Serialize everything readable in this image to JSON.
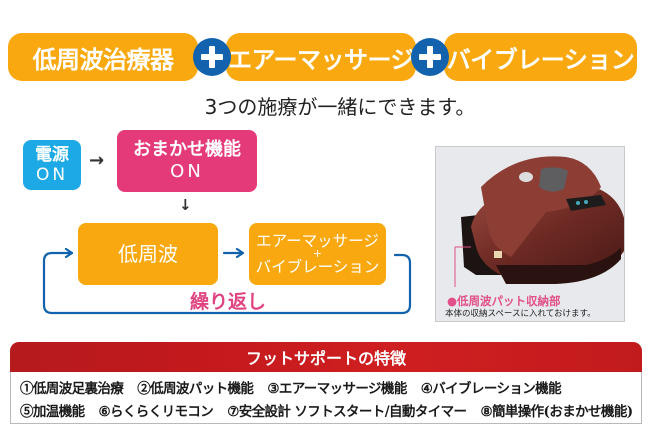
{
  "banner": {
    "items": [
      "低周波治療器",
      "エアーマッサージ",
      "バイブレーション"
    ],
    "connector": "+",
    "colors": {
      "pill": "#f9a90f",
      "plus": "#1262ae"
    }
  },
  "subtitle": "3つの施療が一緒にできます。",
  "flow": {
    "power": {
      "line1": "電源",
      "line2": "ON",
      "color": "#1ca9e6"
    },
    "auto": {
      "line1": "おまかせ機能",
      "line2": "ON",
      "color": "#e53a7a"
    },
    "low_freq": {
      "label": "低周波",
      "color": "#f9a90f"
    },
    "air_vib": {
      "line1": "エアーマッサージ",
      "plus": "+",
      "line2": "バイブレーション",
      "color": "#f9a90f"
    },
    "arrow_right": "→",
    "arrow_down": "↓",
    "loop_label": "繰り返し",
    "loop_color": "#1262ae"
  },
  "product": {
    "caption_title": "●低周波パット収納部",
    "caption_sub": "本体の収納スペースに入れておけます。"
  },
  "features": {
    "title": "フットサポートの特徴",
    "row1": [
      "①低周波足裏治療",
      "②低周波パット機能",
      "③エアーマッサージ機能",
      "④バイブレーション機能"
    ],
    "row2": [
      "⑤加温機能",
      "⑥らくらくリモコン",
      "⑦安全設計 ソフトスタート/自動タイマー",
      "⑧簡単操作(おまかせ機能)"
    ],
    "header_color": "#c41b1e"
  }
}
